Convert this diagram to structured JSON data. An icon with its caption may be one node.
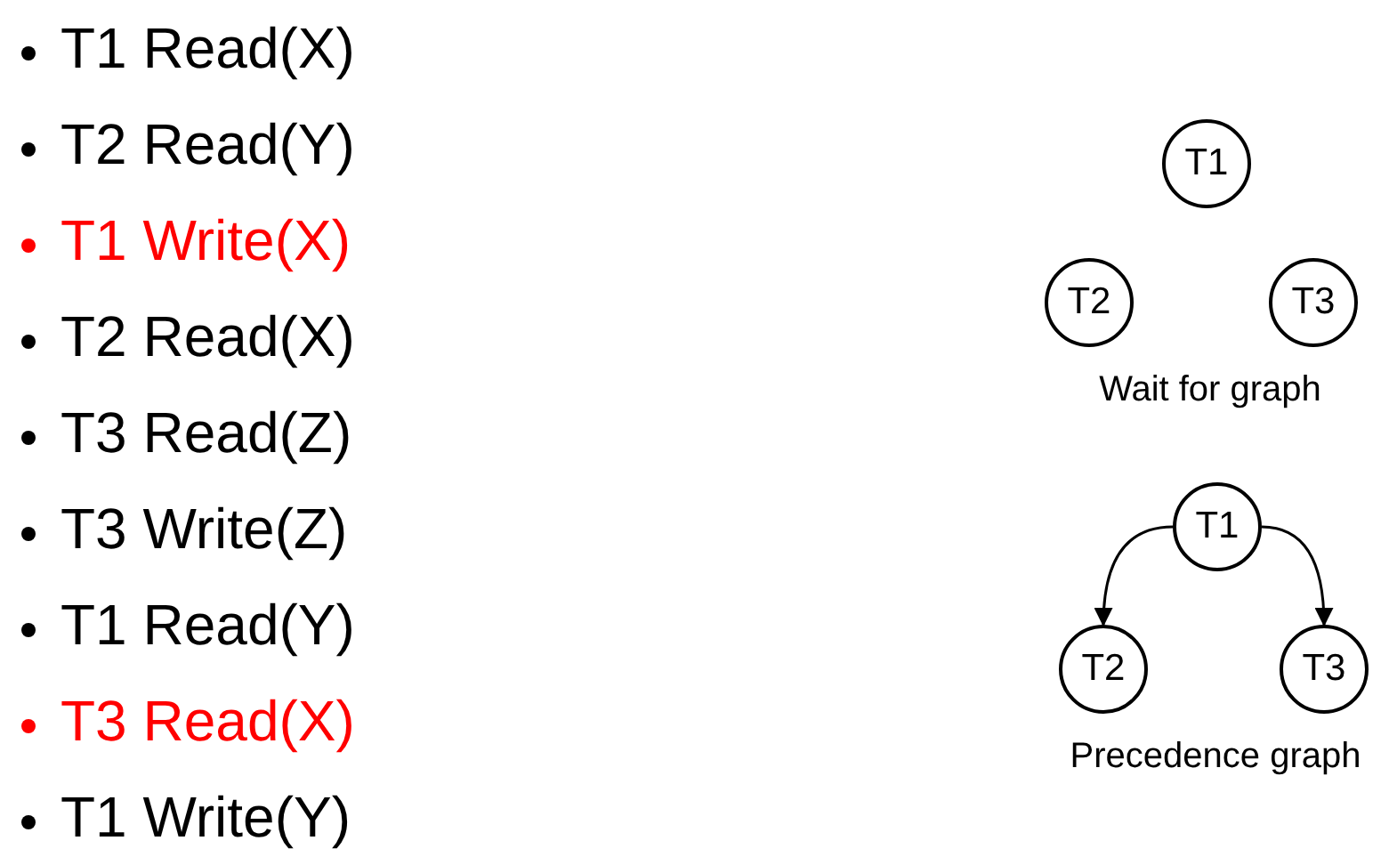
{
  "diagram": {
    "nodes": [
      {
        "text": [
          "T1"
        ]
      },
      {
        "text": [
          "T2"
        ]
      },
      {
        "text": [
          "T3"
        ]
      },
      {
        "text": [
          "T1"
        ]
      },
      {
        "text": [
          "T2"
        ]
      },
      {
        "text": [
          "T3"
        ]
      }
    ],
    "edges": [
      {
        "from": 3,
        "to": 4,
        "arrow": "to"
      },
      {
        "from": 3,
        "to": 5,
        "arrow": "to"
      }
    ],
    "labels": [
      "T1 Read(X)",
      "T2 Read(Y)",
      "T1 Write(X)",
      "T2 Read(X)",
      "T3 Read(Z)",
      "T3 Write(Z)",
      "T1 Read(Y)",
      "T3 Read(X)",
      "T1 Write(Y)",
      "Wait for graph",
      "Precedence graph"
    ]
  }
}
